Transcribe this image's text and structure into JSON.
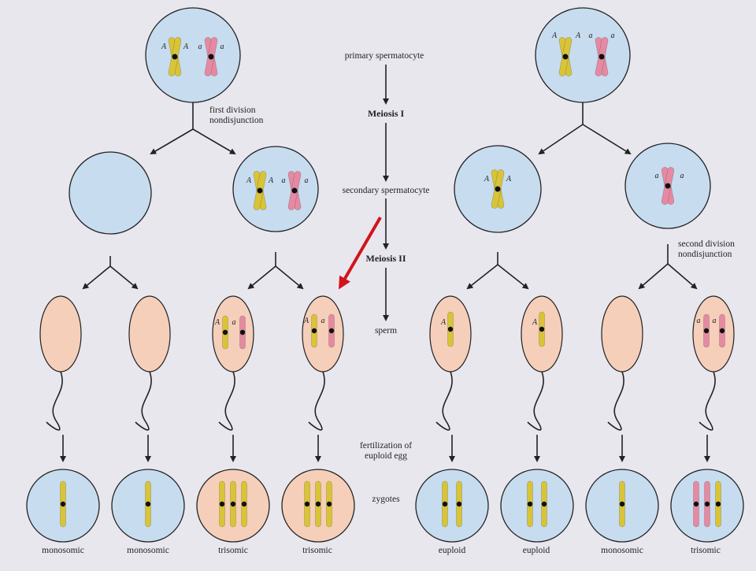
{
  "stages": {
    "primary": "primary spermatocyte",
    "meiosis1": "Meiosis I",
    "secondary": "secondary spermatocyte",
    "meiosis2": "Meiosis II",
    "sperm": "sperm",
    "fertilization": "fertilization of\neuploid egg",
    "zygotes": "zygotes"
  },
  "annotations": {
    "first": "first division\nnondisjunction",
    "second": "second division\nnondisjunction"
  },
  "alleles": {
    "A": "A",
    "a": "a"
  },
  "outcomes": [
    "monosomic",
    "monosomic",
    "trisomic",
    "trisomic",
    "euploid",
    "euploid",
    "monosomic",
    "trisomic"
  ],
  "colors": {
    "background": "#e9e7ee",
    "cell_blue": "#c7dcef",
    "cell_peach": "#f5cfba",
    "chromosome_yellow": "#d9c438",
    "chromosome_pink": "#e58aa2",
    "arrow_red": "#d3131c"
  }
}
